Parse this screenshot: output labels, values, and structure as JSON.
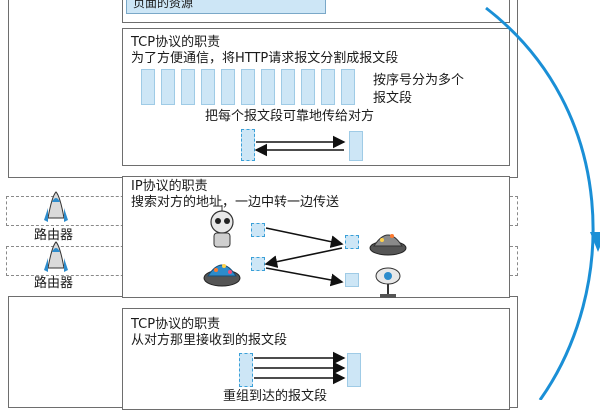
{
  "top_panel": {
    "text": "页面的资源"
  },
  "tcp_send": {
    "title": "TCP协议的职责",
    "desc": "为了方便通信，将HTTP请求报文分割成报文段",
    "note_line1": "按序号分为多个",
    "note_line2": "报文段",
    "transfer_text": "把每个报文段可靠地传给对方"
  },
  "ip": {
    "title": "IP协议的职责",
    "desc": "搜索对方的地址，一边中转一边传送"
  },
  "routers": [
    {
      "label": "路由器"
    },
    {
      "label": "路由器"
    }
  ],
  "tcp_recv": {
    "title": "TCP协议的职责",
    "desc": "从对方那里接收到的报文段",
    "bottom_text": "重组到达的报文段"
  },
  "colors": {
    "accent_blue": "#1a8fd6",
    "segment_fill": "#cde6f6",
    "border_gray": "#6e6e6e"
  }
}
